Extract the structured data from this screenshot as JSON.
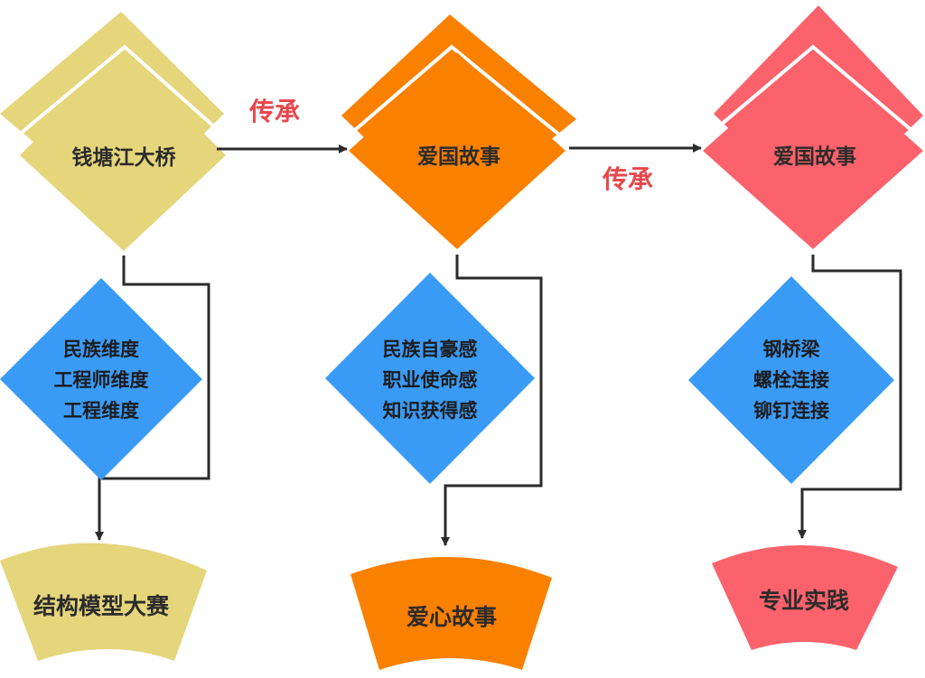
{
  "colors": {
    "yellow": "#e5d57b",
    "orange": "#fa8000",
    "pink": "#fb626b",
    "blue": "#3a9bf6",
    "arrow": "#2b2b2b",
    "connector_text": "#e8474c"
  },
  "columns": [
    {
      "title": "钱塘江大桥",
      "aspects": [
        "民族维度",
        "工程师维度",
        "工程维度"
      ],
      "result": "结构模型大赛"
    },
    {
      "title": "爱国故事",
      "aspects": [
        "民族自豪感",
        "职业使命感",
        "知识获得感"
      ],
      "result": "爱心故事"
    },
    {
      "title": "爱国故事",
      "aspects": [
        "钢桥梁",
        "螺栓连接",
        "铆钉连接"
      ],
      "result": "专业实践"
    }
  ],
  "connectors": [
    "传承",
    "传承"
  ]
}
